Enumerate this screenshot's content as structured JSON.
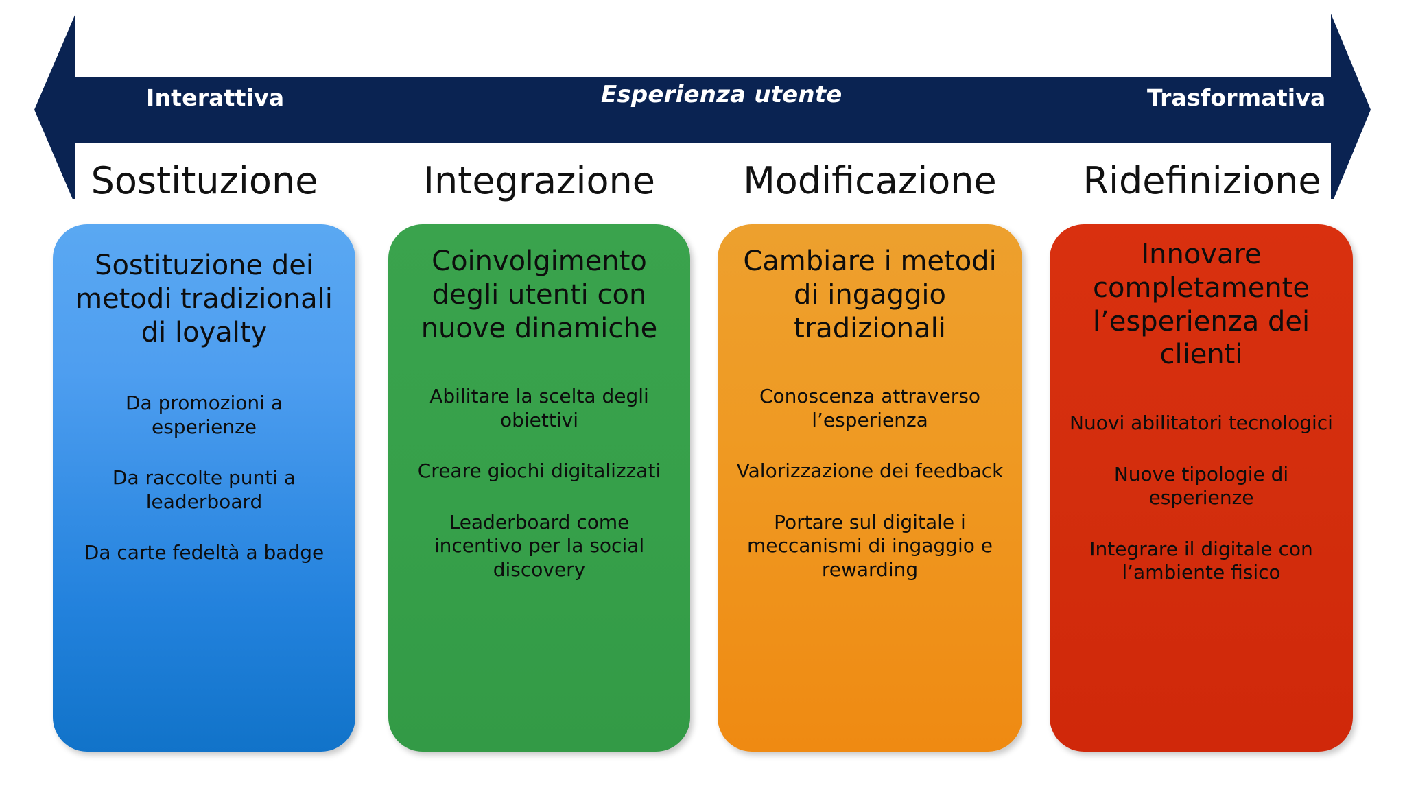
{
  "arrow": {
    "left_label": "Interattiva",
    "center_label": "Esperienza utente",
    "right_label": "Trasformativa",
    "color": "#0a2352"
  },
  "columns": [
    {
      "heading": "Sostituzione",
      "card_title": "Sostituzione dei metodi tradizionali di loyalty",
      "color": "#3d97ee",
      "points": [
        "Da promozioni a esperienze",
        "Da raccolte punti a leaderboard",
        "Da carte fedeltà a badge"
      ]
    },
    {
      "heading": "Integrazione",
      "card_title": "Coinvolgimento degli utenti con nuove dinamiche",
      "color": "#36a04a",
      "points": [
        "Abilitare la scelta degli obiettivi",
        "Creare giochi digitalizzati",
        "Leaderboard come incentivo per la social discovery"
      ]
    },
    {
      "heading": "Modificazione",
      "card_title": "Cambiare i metodi di ingaggio tradizionali",
      "color": "#ef9320",
      "points": [
        "Conoscenza attraverso l’esperienza",
        "Valorizzazione dei feedback",
        "Portare sul digitale i meccanismi di ingaggio e rewarding"
      ]
    },
    {
      "heading": "Ridefinizione",
      "card_title": "Innovare completamente l’esperienza dei clienti",
      "color": "#d32d0c",
      "points": [
        "Nuovi abilitatori tecnologici",
        "Nuove tipologie di esperienze",
        "Integrare il digitale con l’ambiente fisico"
      ]
    }
  ]
}
